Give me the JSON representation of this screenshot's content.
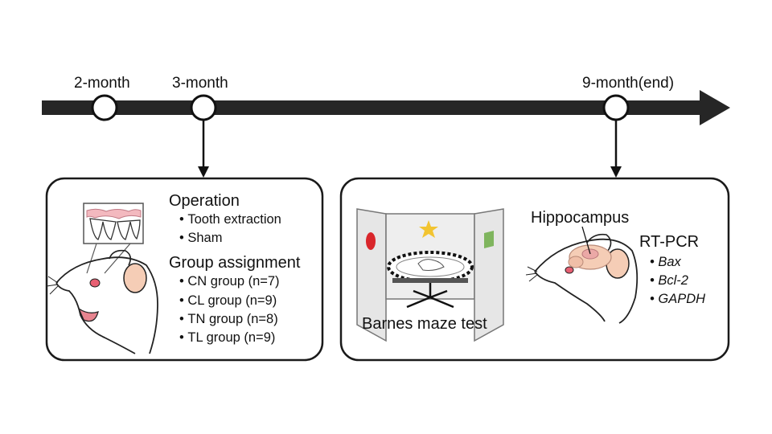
{
  "timeline": {
    "points": [
      "2-month",
      "3-month",
      "9-month(end)"
    ]
  },
  "left_panel": {
    "operation_title": "Operation",
    "operation_items": [
      "Tooth extraction",
      "Sham"
    ],
    "group_title": "Group assignment",
    "group_items": [
      "CN group (n=7)",
      "CL group (n=9)",
      "TN group (n=8)",
      "TL group (n=9)"
    ]
  },
  "right_panel": {
    "maze_caption": "Barnes maze test",
    "hippocampus_label": "Hippocampus",
    "rtpcr_title": "RT-PCR",
    "rtpcr_items": [
      "Bax",
      "Bcl-2",
      "GAPDH"
    ]
  },
  "colors": {
    "timeline": "#262626",
    "marker_fill": "#ffffff",
    "skin": "#f5cdb6",
    "eye": "#e75f72",
    "maze_red": "#d9262b",
    "maze_star": "#f2c431",
    "maze_green": "#7fb55e",
    "wall": "#e6e6e6"
  },
  "icons": [
    "arrow-down-icon",
    "mouse-icon",
    "tooth-icon",
    "barnes-maze-icon",
    "brain-icon",
    "star-icon"
  ]
}
